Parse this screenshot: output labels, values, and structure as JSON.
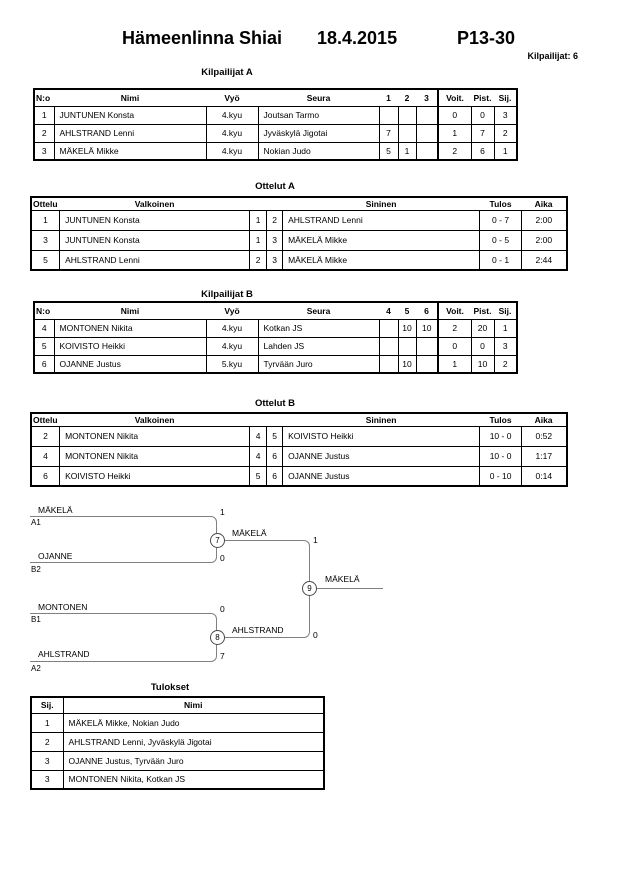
{
  "header": {
    "event": "Hämeenlinna Shiai",
    "date": "18.4.2015",
    "category": "P13-30",
    "competitors_label": "Kilpailijat: 6"
  },
  "kilpailijat_a": {
    "title": "Kilpailijat A",
    "headers": {
      "no": "N:o",
      "nimi": "Nimi",
      "vyo": "Vyö",
      "seura": "Seura",
      "c1": "1",
      "c2": "2",
      "c3": "3",
      "voit": "Voit.",
      "pist": "Pist.",
      "sij": "Sij."
    },
    "rows": [
      {
        "no": "1",
        "nimi": "JUNTUNEN Konsta",
        "vyo": "4.kyu",
        "seura": "Joutsan Tarmo",
        "c1": "",
        "c2": "",
        "c3": "",
        "voit": "0",
        "pist": "0",
        "sij": "3"
      },
      {
        "no": "2",
        "nimi": "AHLSTRAND Lenni",
        "vyo": "4.kyu",
        "seura": "Jyväskylä Jigotai",
        "c1": "7",
        "c2": "",
        "c3": "",
        "voit": "1",
        "pist": "7",
        "sij": "2"
      },
      {
        "no": "3",
        "nimi": "MÄKELÄ Mikke",
        "vyo": "4.kyu",
        "seura": "Nokian Judo",
        "c1": "5",
        "c2": "1",
        "c3": "",
        "voit": "2",
        "pist": "6",
        "sij": "1"
      }
    ]
  },
  "ottelut_a": {
    "title": "Ottelut A",
    "headers": {
      "ottelu": "Ottelu",
      "valkoinen": "Valkoinen",
      "sininen": "Sininen",
      "tulos": "Tulos",
      "aika": "Aika"
    },
    "rows": [
      {
        "ottelu": "1",
        "valkoinen": "JUNTUNEN Konsta",
        "wno": "1",
        "bno": "2",
        "sininen": "AHLSTRAND Lenni",
        "tulos": "0 - 7",
        "aika": "2:00"
      },
      {
        "ottelu": "3",
        "valkoinen": "JUNTUNEN Konsta",
        "wno": "1",
        "bno": "3",
        "sininen": "MÄKELÄ Mikke",
        "tulos": "0 - 5",
        "aika": "2:00"
      },
      {
        "ottelu": "5",
        "valkoinen": "AHLSTRAND Lenni",
        "wno": "2",
        "bno": "3",
        "sininen": "MÄKELÄ Mikke",
        "tulos": "0 - 1",
        "aika": "2:44"
      }
    ]
  },
  "kilpailijat_b": {
    "title": "Kilpailijat B",
    "headers": {
      "no": "N:o",
      "nimi": "Nimi",
      "vyo": "Vyö",
      "seura": "Seura",
      "c1": "4",
      "c2": "5",
      "c3": "6",
      "voit": "Voit.",
      "pist": "Pist.",
      "sij": "Sij."
    },
    "rows": [
      {
        "no": "4",
        "nimi": "MONTONEN Nikita",
        "vyo": "4.kyu",
        "seura": "Kotkan JS",
        "c1": "",
        "c2": "10",
        "c3": "10",
        "voit": "2",
        "pist": "20",
        "sij": "1"
      },
      {
        "no": "5",
        "nimi": "KOIVISTO Heikki",
        "vyo": "4.kyu",
        "seura": "Lahden JS",
        "c1": "",
        "c2": "",
        "c3": "",
        "voit": "0",
        "pist": "0",
        "sij": "3"
      },
      {
        "no": "6",
        "nimi": "OJANNE Justus",
        "vyo": "5.kyu",
        "seura": "Tyrvään Juro",
        "c1": "",
        "c2": "10",
        "c3": "",
        "voit": "1",
        "pist": "10",
        "sij": "2"
      }
    ]
  },
  "ottelut_b": {
    "title": "Ottelut B",
    "headers": {
      "ottelu": "Ottelu",
      "valkoinen": "Valkoinen",
      "sininen": "Sininen",
      "tulos": "Tulos",
      "aika": "Aika"
    },
    "rows": [
      {
        "ottelu": "2",
        "valkoinen": "MONTONEN Nikita",
        "wno": "4",
        "bno": "5",
        "sininen": "KOIVISTO Heikki",
        "tulos": "10 - 0",
        "aika": "0:52"
      },
      {
        "ottelu": "4",
        "valkoinen": "MONTONEN Nikita",
        "wno": "4",
        "bno": "6",
        "sininen": "OJANNE Justus",
        "tulos": "10 - 0",
        "aika": "1:17"
      },
      {
        "ottelu": "6",
        "valkoinen": "KOIVISTO Heikki",
        "wno": "5",
        "bno": "6",
        "sininen": "OJANNE Justus",
        "tulos": "0 - 10",
        "aika": "0:14"
      }
    ]
  },
  "bracket": {
    "upper": {
      "match_no": "7",
      "top_name": "MÄKELÄ",
      "top_seed": "A1",
      "top_score": "1",
      "bottom_name": "OJANNE",
      "bottom_seed": "B2",
      "bottom_score": "0",
      "winner_name": "MÄKELÄ",
      "winner_score": "1"
    },
    "lower": {
      "match_no": "8",
      "top_name": "MONTONEN",
      "top_seed": "B1",
      "top_score": "0",
      "bottom_name": "AHLSTRAND",
      "bottom_seed": "A2",
      "bottom_score": "7",
      "winner_name": "AHLSTRAND",
      "winner_score": "0"
    },
    "final": {
      "match_no": "9",
      "winner_name": "MÄKELÄ"
    }
  },
  "tulokset": {
    "title": "Tulokset",
    "headers": {
      "sij": "Sij.",
      "nimi": "Nimi"
    },
    "rows": [
      {
        "sij": "1",
        "nimi": "MÄKELÄ Mikke, Nokian Judo"
      },
      {
        "sij": "2",
        "nimi": "AHLSTRAND Lenni, Jyväskylä Jigotai"
      },
      {
        "sij": "3",
        "nimi": "OJANNE Justus, Tyrvään Juro"
      },
      {
        "sij": "3",
        "nimi": "MONTONEN Nikita, Kotkan JS"
      }
    ]
  },
  "colors": {
    "text": "#000000",
    "table_border": "#000000",
    "bracket_line": "#808080",
    "background": "#ffffff"
  }
}
